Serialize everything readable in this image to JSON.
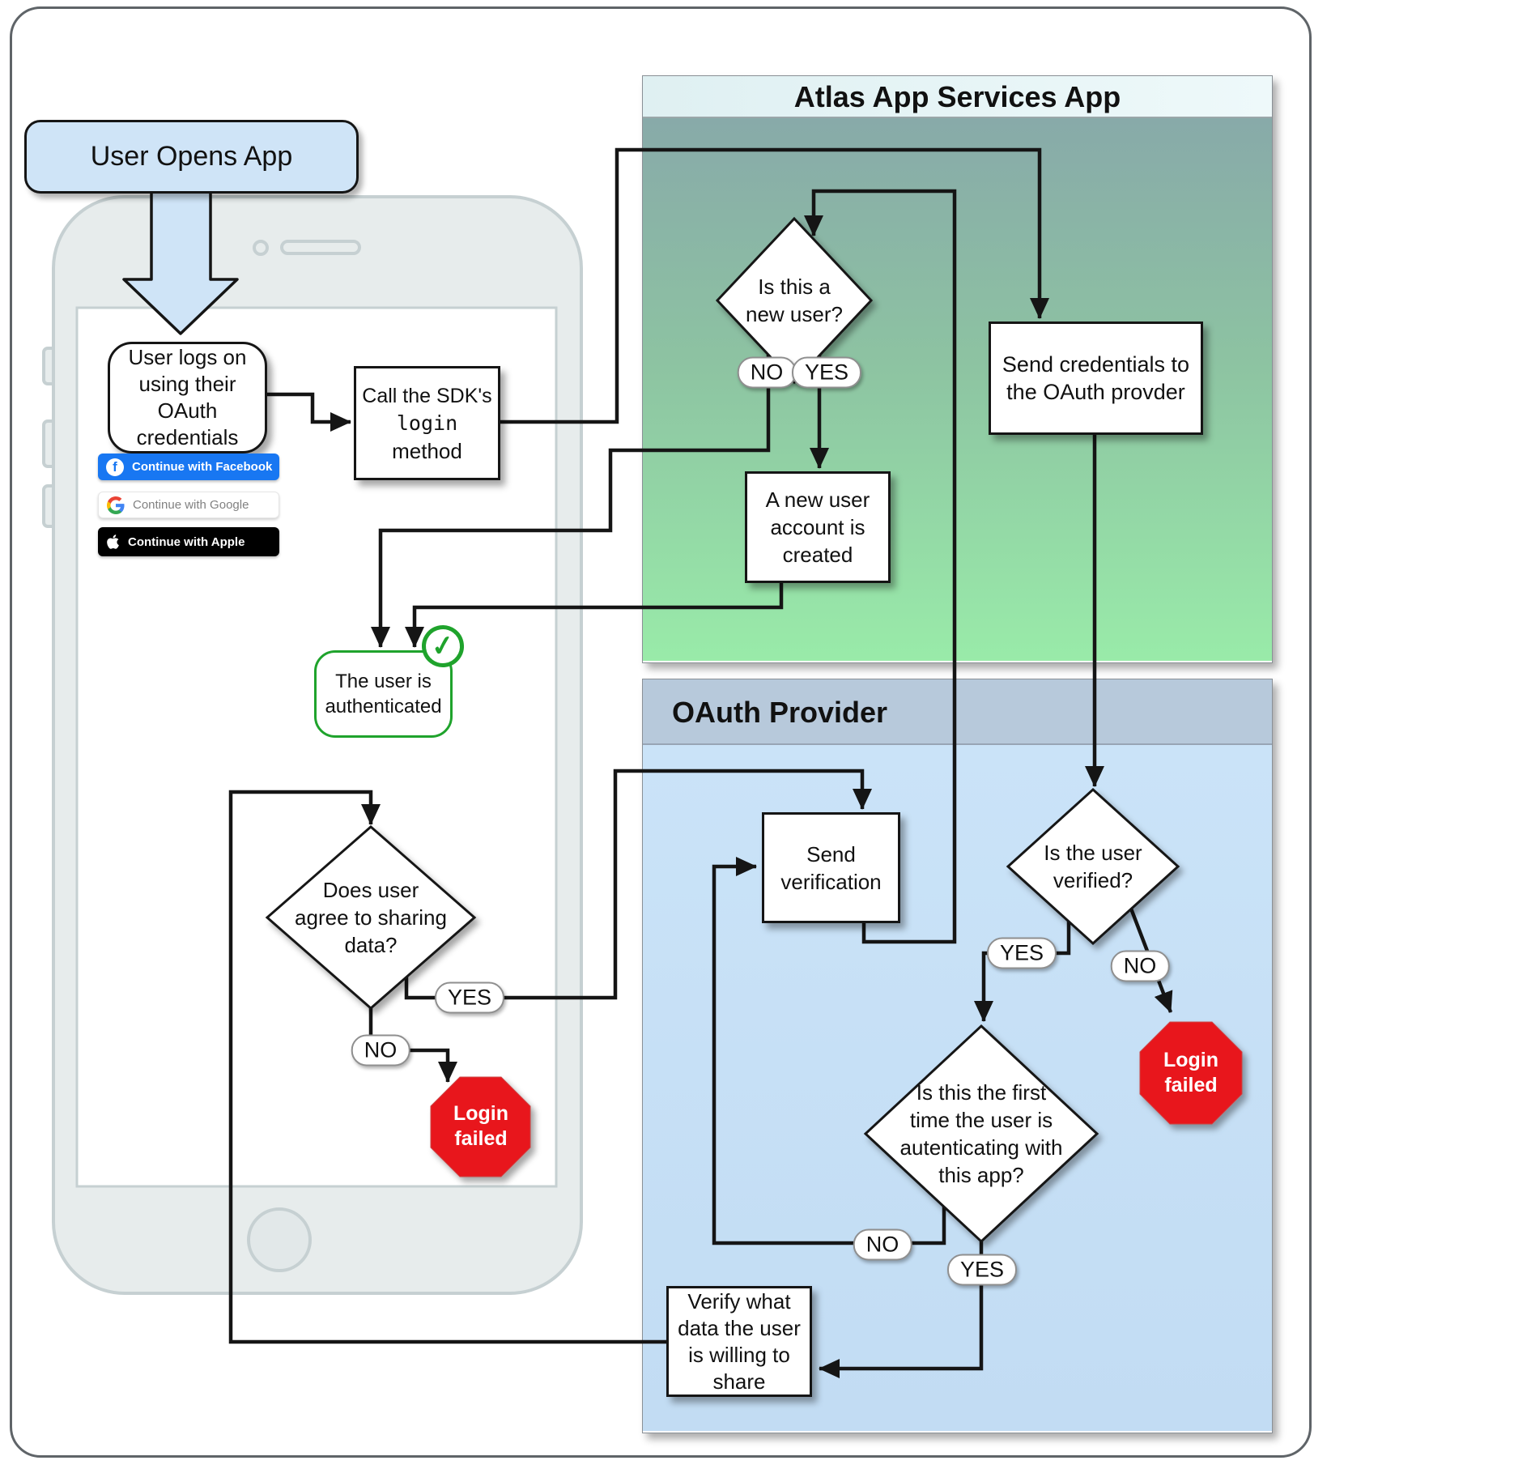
{
  "panels": {
    "atlas": {
      "title": "Atlas App Services App"
    },
    "oauth": {
      "title": "OAuth Provider"
    }
  },
  "start": {
    "label": "User Opens App"
  },
  "phone": {
    "oauth_buttons": [
      {
        "label": "Continue with Facebook"
      },
      {
        "label": "Continue with Google"
      },
      {
        "label": "Continue with Apple"
      }
    ],
    "facebook_icon_letter": "f"
  },
  "boxes": {
    "user_logs_on": {
      "lines": [
        "User logs on",
        "using their",
        "OAuth",
        "credentials"
      ]
    },
    "call_sdk": {
      "line1": "Call the SDK's",
      "code": "login",
      "line3": "method"
    },
    "send_credentials": {
      "lines": [
        "Send credentials to",
        "the OAuth provder"
      ]
    },
    "new_account": {
      "lines": [
        "A new user",
        "account is",
        "created"
      ]
    },
    "authenticated": {
      "lines": [
        "The user is",
        "authenticated"
      ],
      "check_icon": "✓"
    },
    "send_verification": {
      "lines": [
        "Send",
        "verification"
      ]
    },
    "verify_data": {
      "lines": [
        "Verify what",
        "data the user",
        "is willing to",
        "share"
      ]
    }
  },
  "diamonds": {
    "new_user": {
      "lines": [
        "Is this a",
        "new user?"
      ]
    },
    "agree": {
      "lines": [
        "Does user",
        "agree to sharing",
        "data?"
      ]
    },
    "verified": {
      "lines": [
        "Is the user",
        "verified?"
      ]
    },
    "first_time": {
      "lines": [
        "Is this the first",
        "time the user is",
        "autenticating with",
        "this app?"
      ]
    }
  },
  "pills": {
    "new_user_no": "NO",
    "new_user_yes": "YES",
    "agree_yes": "YES",
    "agree_no": "NO",
    "verified_yes": "YES",
    "verified_no": "NO",
    "first_time_no": "NO",
    "first_time_yes": "YES"
  },
  "stops": {
    "phone": {
      "lines": [
        "Login",
        "failed"
      ]
    },
    "oauth": {
      "lines": [
        "Login",
        "failed"
      ]
    }
  },
  "colors": {
    "facebook_blue": "#1877F2",
    "apple_black": "#000000",
    "stop_red": "#E8141D",
    "success_green": "#1FA32C",
    "start_fill": "#CFE4F7",
    "atlas_header": "#E7F6F8",
    "atlas_gradient_top": "#88AAA9",
    "atlas_gradient_bottom": "#99EBA9",
    "oauth_header": "#B7C9DB",
    "oauth_body": "#CBE4F8",
    "line_color": "#151515",
    "phone_gray": "#E7ECEC"
  }
}
